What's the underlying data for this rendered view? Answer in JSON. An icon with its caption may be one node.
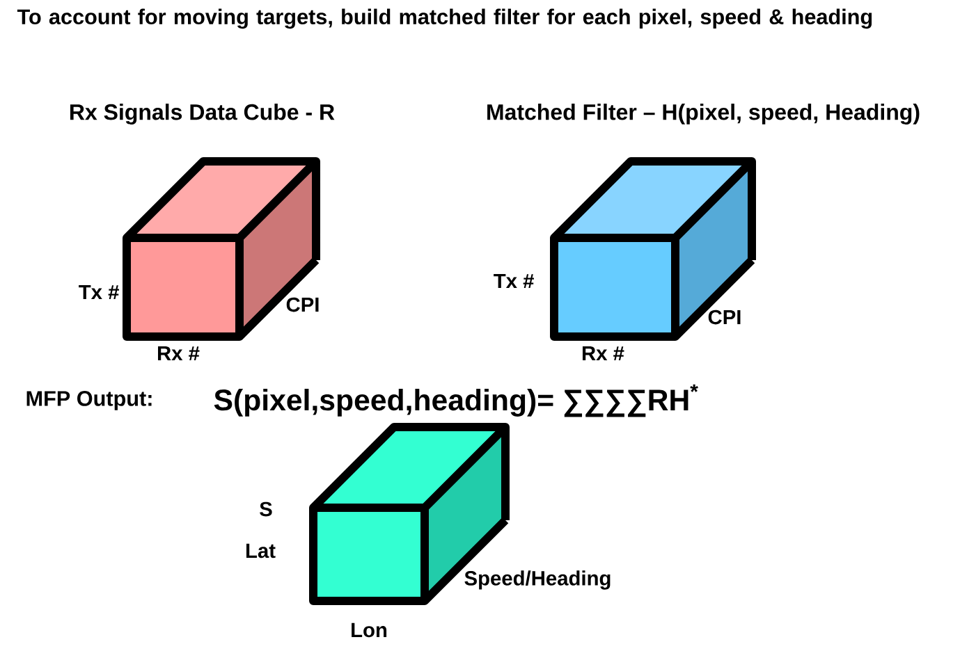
{
  "diagram": {
    "title": "To account for moving targets, build matched filter for each pixel, speed & heading",
    "labels": [
      "Rx Signals Data Cube - R",
      "Matched Filter – H(pixel, speed, Heading)",
      "Tx #",
      "CPI",
      "Rx #",
      "Tx #",
      "CPI",
      "Rx #",
      "MFP Output:",
      "S(pixel,speed,heading)= ∑∑∑∑RH$^{*}$",
      "S",
      "Lat",
      "Speed/Heading",
      "Lon"
    ]
  }
}
